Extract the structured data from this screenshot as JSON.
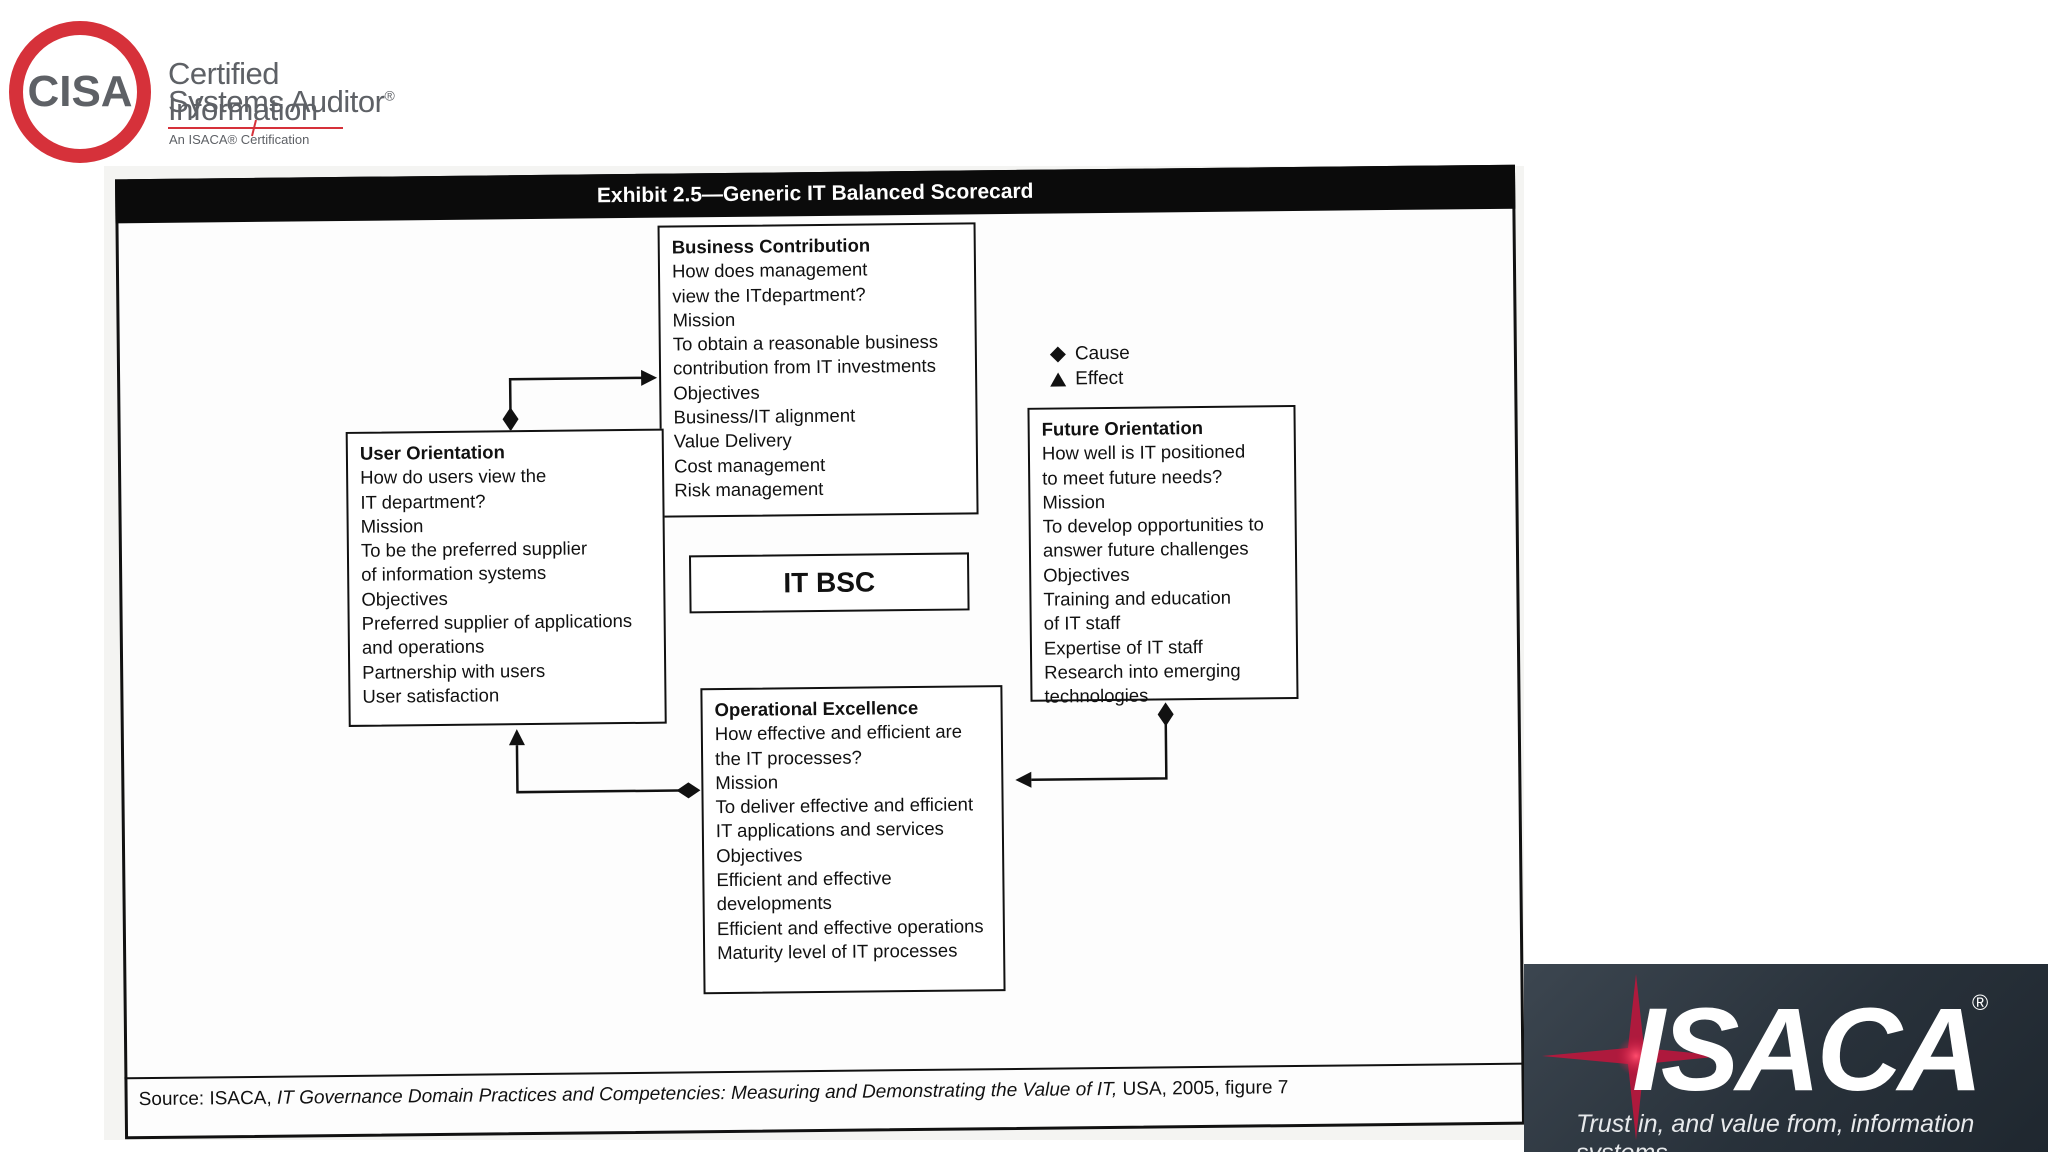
{
  "cisa_logo": {
    "wordmark": "CISA",
    "tagline_line1": "Certified Information",
    "tagline_line2": "Systems Auditor",
    "trademark": "®",
    "sub": "An ISACA® Certification",
    "colors": {
      "ring": "#d6313a",
      "text": "#5e6166"
    }
  },
  "exhibit": {
    "title": "Exhibit 2.5—Generic IT Balanced Scorecard",
    "center_label": "IT BSC",
    "legend": [
      {
        "symbol": "diamond",
        "label": "Cause"
      },
      {
        "symbol": "triangle",
        "label": "Effect"
      }
    ],
    "boxes": {
      "business": {
        "title": "Business Contribution",
        "lines": [
          "How does management",
          "view the ITdepartment?",
          "Mission",
          "To obtain a reasonable business",
          "contribution from IT investments",
          "Objectives",
          "Business/IT alignment",
          "Value Delivery",
          "Cost management",
          "Risk management"
        ]
      },
      "user": {
        "title": "User Orientation",
        "lines": [
          "How do users view the",
          "IT department?",
          "Mission",
          "To be the preferred supplier",
          "of information systems",
          "Objectives",
          "Preferred supplier of applications",
          "and operations",
          "Partnership with users",
          "User satisfaction"
        ]
      },
      "future": {
        "title": "Future Orientation",
        "lines": [
          "How well is IT positioned",
          "to meet future needs?",
          "Mission",
          "To develop opportunities to",
          "answer future challenges",
          "Objectives",
          "Training and education",
          "of IT staff",
          "Expertise of IT staff",
          "Research into emerging",
          "technologies"
        ]
      },
      "operational": {
        "title": "Operational Excellence",
        "lines": [
          "How effective and efficient are",
          "the IT processes?",
          "Mission",
          "To deliver effective and efficient",
          "IT applications and services",
          "Objectives",
          "Efficient and effective",
          "developments",
          "Efficient and effective operations",
          "Maturity level of IT processes"
        ]
      }
    },
    "source": {
      "prefix": "Source:  ISACA, ",
      "italic": "IT Governance Domain Practices and Competencies:  Measuring and Demonstrating the Value of IT,",
      "suffix": " USA, 2005, figure 7"
    }
  },
  "isaca_logo": {
    "wordmark": "ISACA",
    "registered": "®",
    "slogan": "Trust in, and value from, information systems",
    "colors": {
      "background": "#2e3740",
      "star": "#c4143c"
    }
  }
}
